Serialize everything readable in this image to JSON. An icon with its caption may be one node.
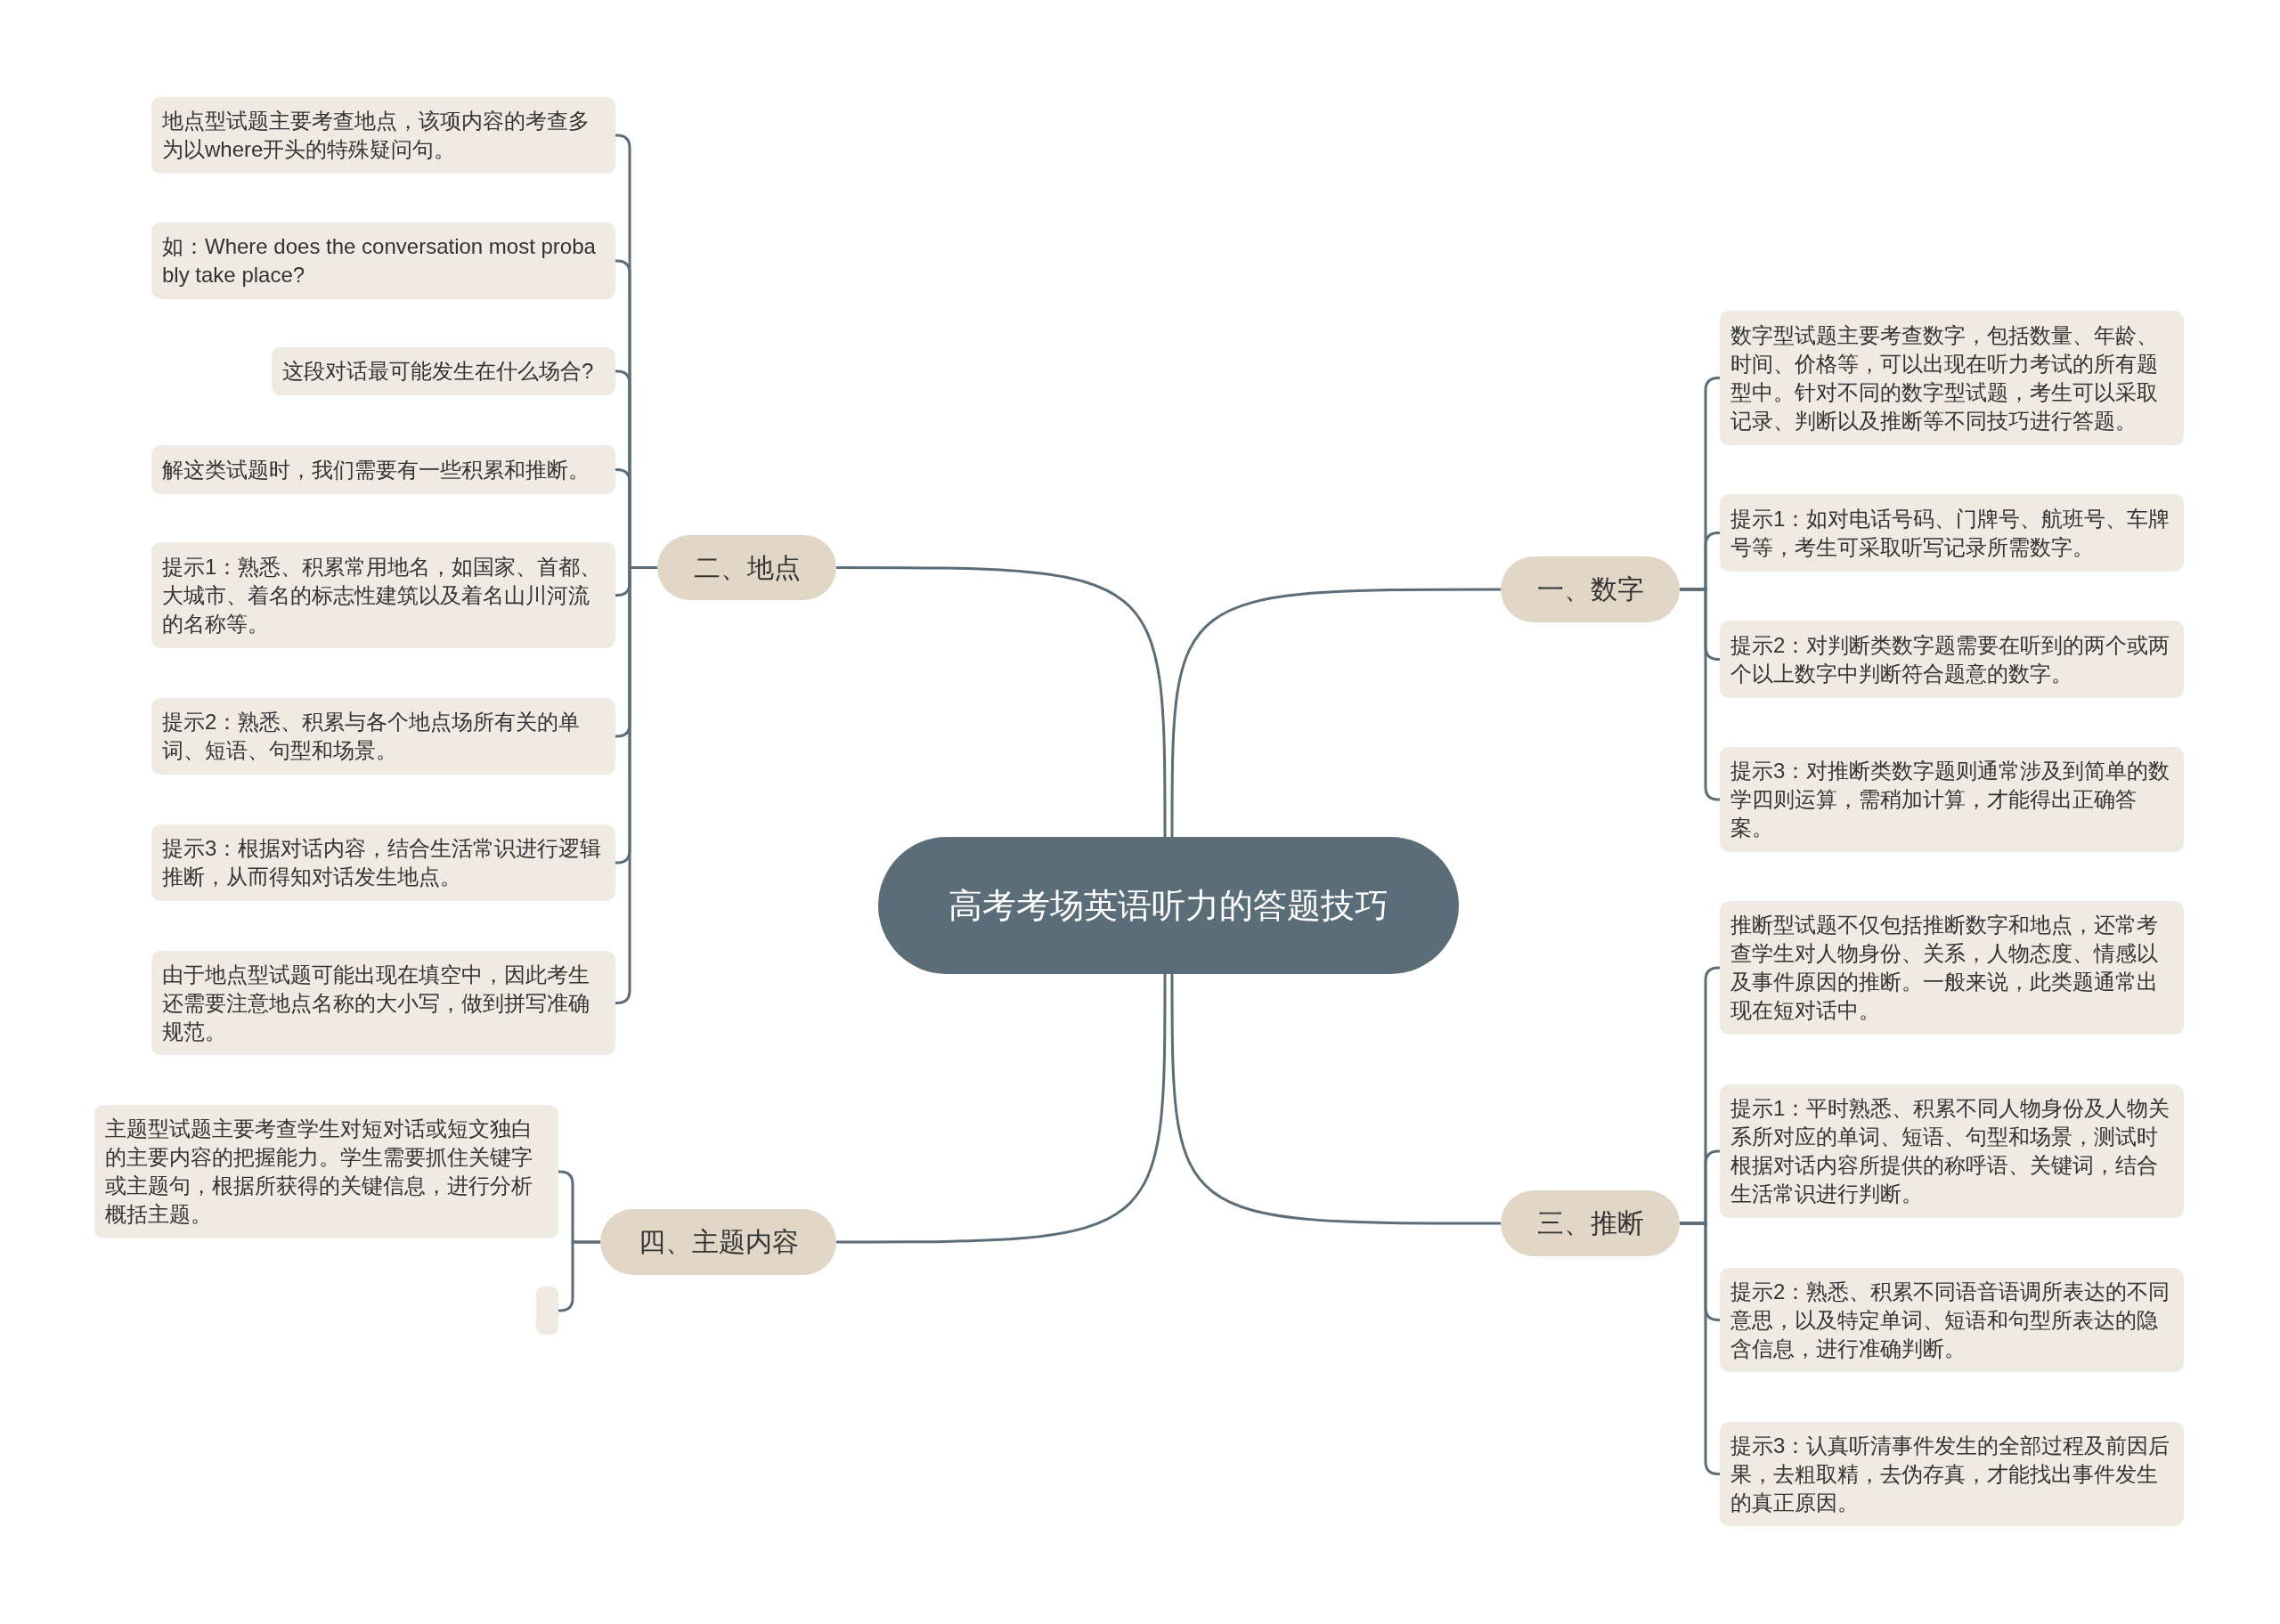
{
  "diagram": {
    "nodes": [
      {
        "text": [
          "高考考场英语听力的答题技巧"
        ]
      },
      {
        "text": [
          "二、地点"
        ]
      },
      {
        "text": [
          "地点型试题主要考查地点，该项内容的考查多为以where开头的特殊疑问句。"
        ]
      },
      {
        "text": [
          "如：Where does the conversation most probably take place?"
        ]
      },
      {
        "text": [
          "这段对话最可能发生在什么场合?"
        ]
      },
      {
        "text": [
          "解这类试题时，我们需要有一些积累和推断。"
        ]
      },
      {
        "text": [
          "提示1：熟悉、积累常用地名，如国家、首都、大城市、着名的标志性建筑以及着名山川河流的名称等。"
        ]
      },
      {
        "text": [
          "提示2：熟悉、积累与各个地点场所有关的单词、短语、句型和场景。"
        ]
      },
      {
        "text": [
          "提示3：根据对话内容，结合生活常识进行逻辑推断，从而得知对话发生地点。"
        ]
      },
      {
        "text": [
          "由于地点型试题可能出现在填空中，因此考生还需要注意地点名称的大小写，做到拼写准确规范。"
        ]
      },
      {
        "text": [
          "一、数字"
        ]
      },
      {
        "text": [
          "数字型试题主要考查数字，包括数量、年龄、时间、价格等，可以出现在听力考试的所有题型中。针对不同的数字型试题，考生可以采取记录、判断以及推断等不同技巧进行答题。"
        ]
      },
      {
        "text": [
          "提示1：如对电话号码、门牌号、航班号、车牌号等，考生可采取听写记录所需数字。"
        ]
      },
      {
        "text": [
          "提示2：对判断类数字题需要在听到的两个或两个以上数字中判断符合题意的数字。"
        ]
      },
      {
        "text": [
          "提示3：对推断类数字题则通常涉及到简单的数学四则运算，需稍加计算，才能得出正确答案。"
        ]
      },
      {
        "text": [
          "三、推断"
        ]
      },
      {
        "text": [
          "推断型试题不仅包括推断数字和地点，还常考查学生对人物身份、关系，人物态度、情感以及事件原因的推断。一般来说，此类题通常出现在短对话中。"
        ]
      },
      {
        "text": [
          "提示1：平时熟悉、积累不同人物身份及人物关系所对应的单词、短语、句型和场景，测试时根据对话内容所提供的称呼语、关键词，结合生活常识进行判断。"
        ]
      },
      {
        "text": [
          "提示2：熟悉、积累不同语音语调所表达的不同意思，以及特定单词、短语和句型所表达的隐含信息，进行准确判断。"
        ]
      },
      {
        "text": [
          "提示3：认真听清事件发生的全部过程及前因后果，去粗取精，去伪存真，才能找出事件发生的真正原因。"
        ]
      },
      {
        "text": [
          "四、主题内容"
        ]
      },
      {
        "text": [
          "主题型试题主要考查学生对短对话或短文独白的主要内容的把握能力。学生需要抓住关键字或主题句，根据所获得的关键信息，进行分析概括主题。"
        ]
      },
      {
        "text": [],
        "shape": "box"
      }
    ],
    "edges": [
      {
        "from": 0,
        "to": 1,
        "arrow": "none"
      },
      {
        "from": 1,
        "to": 2,
        "arrow": "none"
      },
      {
        "from": 1,
        "to": 3,
        "arrow": "none"
      },
      {
        "from": 1,
        "to": 4,
        "arrow": "none"
      },
      {
        "from": 1,
        "to": 5,
        "arrow": "none"
      },
      {
        "from": 1,
        "to": 6,
        "arrow": "none"
      },
      {
        "from": 1,
        "to": 7,
        "arrow": "none"
      },
      {
        "from": 1,
        "to": 8,
        "arrow": "none"
      },
      {
        "from": 1,
        "to": 9,
        "arrow": "none"
      },
      {
        "from": 0,
        "to": 10,
        "arrow": "none"
      },
      {
        "from": 10,
        "to": 11,
        "arrow": "none"
      },
      {
        "from": 10,
        "to": 12,
        "arrow": "none"
      },
      {
        "from": 10,
        "to": 13,
        "arrow": "none"
      },
      {
        "from": 10,
        "to": 14,
        "arrow": "none"
      },
      {
        "from": 0,
        "to": 15,
        "arrow": "none"
      },
      {
        "from": 15,
        "to": 16,
        "arrow": "none"
      },
      {
        "from": 15,
        "to": 17,
        "arrow": "none"
      },
      {
        "from": 15,
        "to": 18,
        "arrow": "none"
      },
      {
        "from": 15,
        "to": 19,
        "arrow": "none"
      },
      {
        "from": 0,
        "to": 20,
        "arrow": "none"
      },
      {
        "from": 20,
        "to": 21,
        "arrow": "none"
      },
      {
        "from": 20,
        "to": 22,
        "arrow": "none"
      }
    ]
  }
}
